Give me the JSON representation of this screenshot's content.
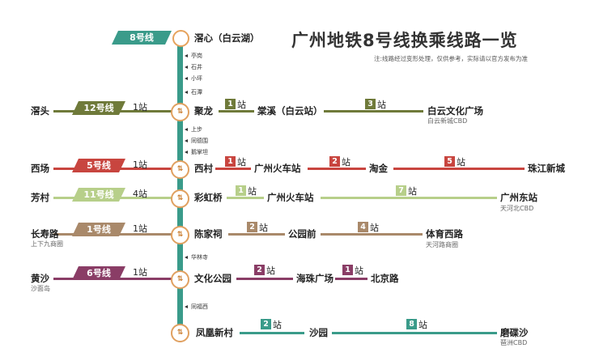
{
  "title": "广州地铁8号线换乘线路一览",
  "note": "注:线路经过变形处理，仅供参考，实际请以官方发布为准",
  "line8_label": "8号线",
  "terminus_top": "滘心（白云湖）",
  "zhan": "站",
  "small_stations": {
    "s1": "亭岗",
    "s2": "石井",
    "s3": "小坪",
    "s4": "石潭",
    "s5": "上步",
    "s6": "同德围",
    "s7": "鹅掌坦",
    "s8": "华林寺",
    "s9": "同福西"
  },
  "rows": [
    {
      "left": "滘头",
      "line": "12号线",
      "count": "1站",
      "station": "聚龙",
      "segs": [
        {
          "n": "1",
          "to": "棠溪（白云站）"
        },
        {
          "n": "3",
          "to": "白云文化广场"
        }
      ],
      "sub": "白云新城CBD",
      "color": "#6f7a3a"
    },
    {
      "left": "西场",
      "line": "5号线",
      "count": "1站",
      "station": "西村",
      "segs": [
        {
          "n": "1",
          "to": "广州火车站"
        },
        {
          "n": "2",
          "to": "淘金"
        },
        {
          "n": "5",
          "to": "珠江新城"
        }
      ],
      "color": "#c8453f"
    },
    {
      "left": "芳村",
      "line": "11号线",
      "count": "4站",
      "station": "彩虹桥",
      "segs": [
        {
          "n": "1",
          "to": "广州火车站"
        },
        {
          "n": "7",
          "to": "广州东站"
        }
      ],
      "sub": "天河北CBD",
      "color": "#b7cf8a"
    },
    {
      "left": "长寿路",
      "leftsub": "上下九商圈",
      "line": "1号线",
      "count": "1站",
      "station": "陈家祠",
      "segs": [
        {
          "n": "2",
          "to": "公园前"
        },
        {
          "n": "4",
          "to": "体育西路"
        }
      ],
      "sub": "天河路商圈",
      "color": "#a9896a"
    },
    {
      "left": "黄沙",
      "leftsub": "沙面岛",
      "line": "6号线",
      "count": "1站",
      "station": "文化公园",
      "segs": [
        {
          "n": "2",
          "to": "海珠广场"
        },
        {
          "n": "1",
          "to": "北京路"
        }
      ],
      "color": "#8a3d66"
    },
    {
      "station": "凤凰新村",
      "segs": [
        {
          "n": "2",
          "to": "沙园"
        },
        {
          "n": "8",
          "to": "磨碟沙"
        }
      ],
      "sub": "琶洲CBD",
      "color": "#3a9b8a"
    }
  ],
  "xfer_symbol": "⇅"
}
